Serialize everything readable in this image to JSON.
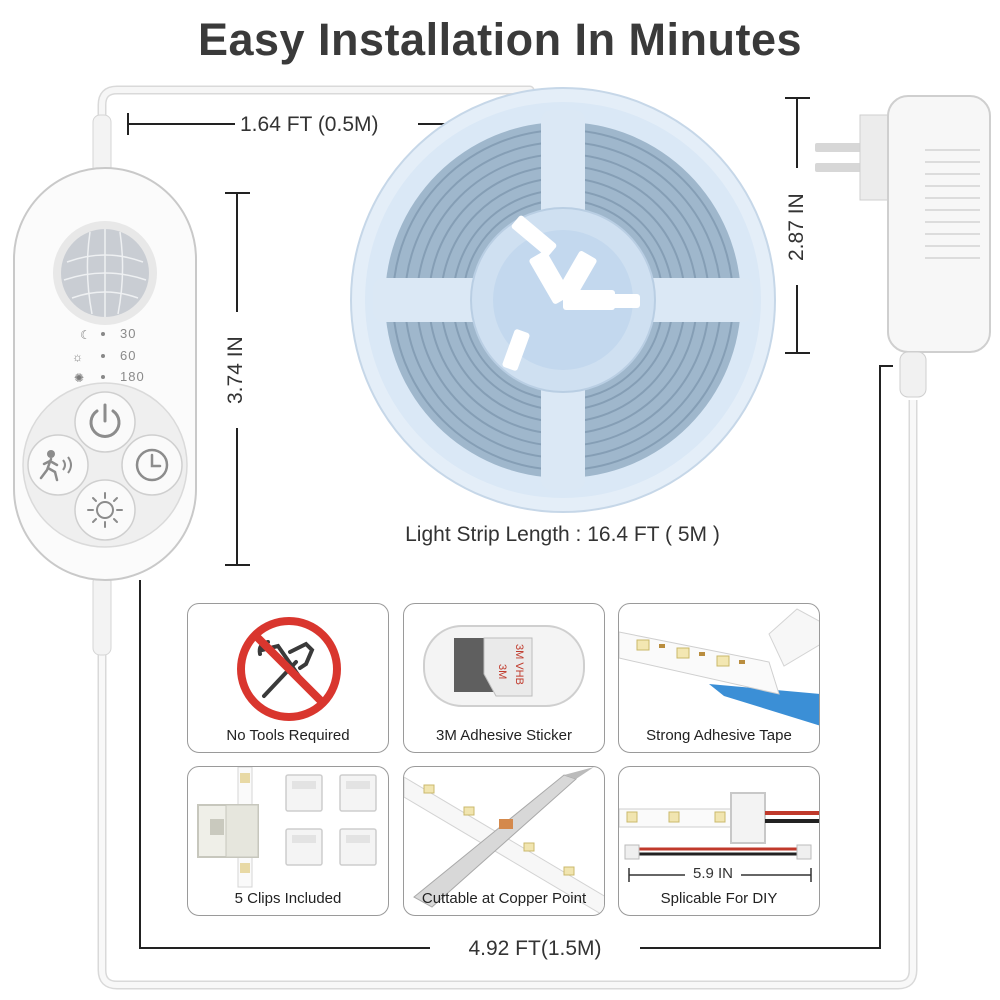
{
  "title": "Easy Installation In Minutes",
  "dimensions": {
    "cable_top": "1.64 FT (0.5M)",
    "controller_height": "3.74 IN",
    "adapter_height": "2.87 IN",
    "strip_length": "Light Strip Length : 16.4 FT ( 5M )",
    "cable_bottom": "4.92 FT(1.5M)"
  },
  "controller": {
    "timer_options": [
      "30",
      "60",
      "180"
    ],
    "buttons": [
      "power-icon",
      "motion-sensor-icon",
      "clock-icon",
      "brightness-icon"
    ]
  },
  "features": [
    {
      "label": "No Tools Required",
      "icon": "no-tools-icon"
    },
    {
      "label": "3M Adhesive Sticker",
      "icon": "adhesive-sticker-icon"
    },
    {
      "label": "Strong Adhesive Tape",
      "icon": "adhesive-tape-icon"
    },
    {
      "label": "5 Clips Included",
      "icon": "clips-icon"
    },
    {
      "label": "Cuttable at Copper Point",
      "icon": "cut-icon"
    },
    {
      "label": "Splicable For DIY",
      "icon": "splice-icon",
      "measure": "5.9 IN"
    }
  ],
  "colors": {
    "title": "#3a3a3a",
    "strip_blue": "#a9c9e8",
    "reel": "#dbe9f7",
    "sticker_red": "#d9362e"
  }
}
